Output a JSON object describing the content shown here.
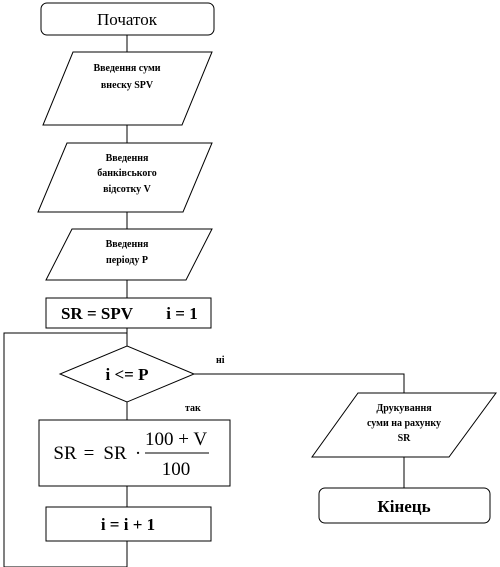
{
  "flowchart": {
    "start": {
      "label": "Початок"
    },
    "input_contribution": {
      "line1": "Введення суми",
      "line2": "внеску SPV"
    },
    "input_rate": {
      "line1": "Введення",
      "line2": "банківського",
      "line3": "відсотку V"
    },
    "input_period": {
      "line1": "Введення",
      "line2": "періоду P"
    },
    "init": {
      "assign_sr": "SR = SPV",
      "assign_i": "i = 1"
    },
    "condition": {
      "label": "i <= P",
      "yes_label": "так",
      "no_label": "ні"
    },
    "update_sr": {
      "lhs": "SR",
      "eq": "=",
      "factor": "SR",
      "dot": "·",
      "numerator": "100 + V",
      "denominator": "100"
    },
    "increment": {
      "label": "i = i + 1"
    },
    "print_sum": {
      "line1": "Друкування",
      "line2": "суми на рахунку",
      "line3": "SR"
    },
    "end": {
      "label": "Кінець"
    }
  }
}
